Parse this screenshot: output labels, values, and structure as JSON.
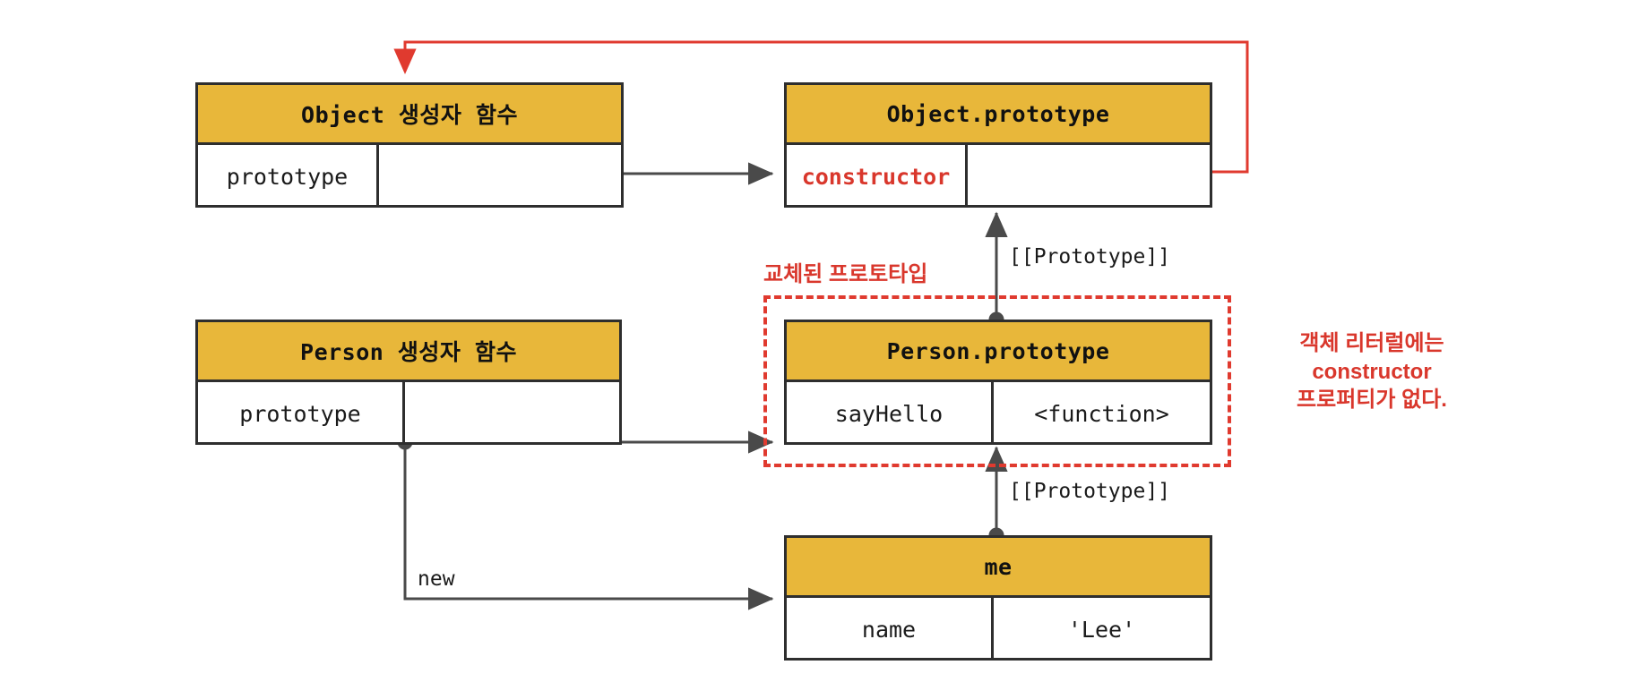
{
  "diagram": {
    "title_semantics": "JavaScript prototype chain with replaced Person.prototype",
    "colors": {
      "header_fill": "#e8b73a",
      "border": "#2e2e2e",
      "accent_red": "#d9372c",
      "dashed_red": "#e03a2f",
      "wire_gray": "#4a4a4a",
      "background": "#ffffff"
    },
    "nodes": {
      "object_ctor": {
        "header": "Object 생성자 함수",
        "rows": [
          {
            "key": "prototype",
            "value": ""
          }
        ]
      },
      "object_prototype": {
        "header": "Object.prototype",
        "rows": [
          {
            "key": "constructor",
            "value": ""
          }
        ]
      },
      "person_ctor": {
        "header": "Person 생성자 함수",
        "rows": [
          {
            "key": "prototype",
            "value": ""
          }
        ]
      },
      "person_prototype": {
        "header": "Person.prototype",
        "rows": [
          {
            "key": "sayHello",
            "value": "<function>"
          }
        ]
      },
      "me_instance": {
        "header": "me",
        "rows": [
          {
            "key": "name",
            "value": "'Lee'"
          }
        ]
      }
    },
    "annotations": {
      "replaced_prototype": "교체된 프로토타입",
      "no_constructor": "객체 리터럴에는\nconstructor\n프로퍼티가 없다.",
      "no_constructor_line1": "객체 리터럴에는",
      "no_constructor_line2": "constructor",
      "no_constructor_line3": "프로퍼티가 없다."
    },
    "wire_labels": {
      "prototype_link_top": "[[Prototype]]",
      "prototype_link_bottom": "[[Prototype]]",
      "new_operator": "new"
    }
  }
}
